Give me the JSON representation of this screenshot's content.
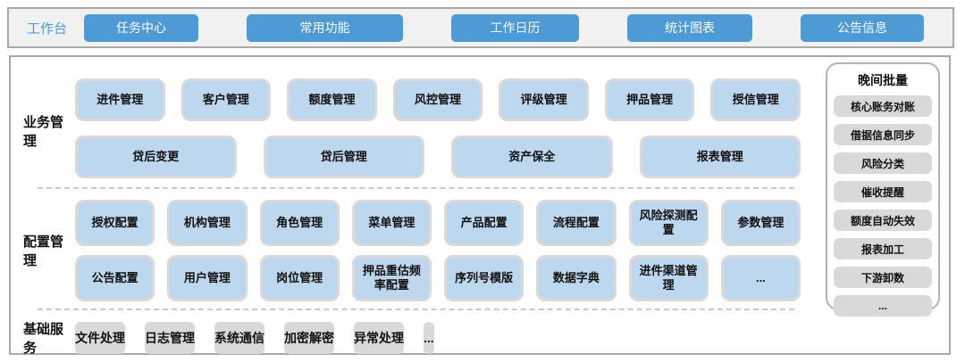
{
  "topbar": {
    "label": "工作台",
    "buttons": [
      "任务中心",
      "常用功能",
      "工作日历",
      "统计图表",
      "公告信息"
    ]
  },
  "sections": {
    "business": {
      "label": "业务管理",
      "row1": [
        "进件管理",
        "客户管理",
        "额度管理",
        "风控管理",
        "评级管理",
        "押品管理",
        "授信管理"
      ],
      "row2": [
        "贷后变更",
        "贷后管理",
        "资产保全",
        "报表管理"
      ]
    },
    "config": {
      "label": "配置管理",
      "row1": [
        "授权配置",
        "机构管理",
        "角色管理",
        "菜单管理",
        "产品配置",
        "流程配置",
        "风险探测配置",
        "参数管理"
      ],
      "row2": [
        "公告配置",
        "用户管理",
        "岗位管理",
        "押品重估频率配置",
        "序列号模版",
        "数据字典",
        "进件渠道管理",
        "..."
      ]
    },
    "base": {
      "label": "基础服务",
      "items": [
        "文件处理",
        "日志管理",
        "系统通信",
        "加密解密",
        "异常处理",
        "..."
      ]
    }
  },
  "sidebar": {
    "title": "晚间批量",
    "items": [
      "核心账务对账",
      "借据信息同步",
      "风险分类",
      "催收提醒",
      "额度自动失效",
      "报表加工",
      "下游卸数",
      "..."
    ]
  },
  "colors": {
    "accent": "#4d9ad5",
    "blue_fill": "#bdd7ee",
    "gray_fill": "#d9d9d9",
    "bar_bg": "#f1f1f1",
    "border_gray": "#a9a9a9"
  }
}
